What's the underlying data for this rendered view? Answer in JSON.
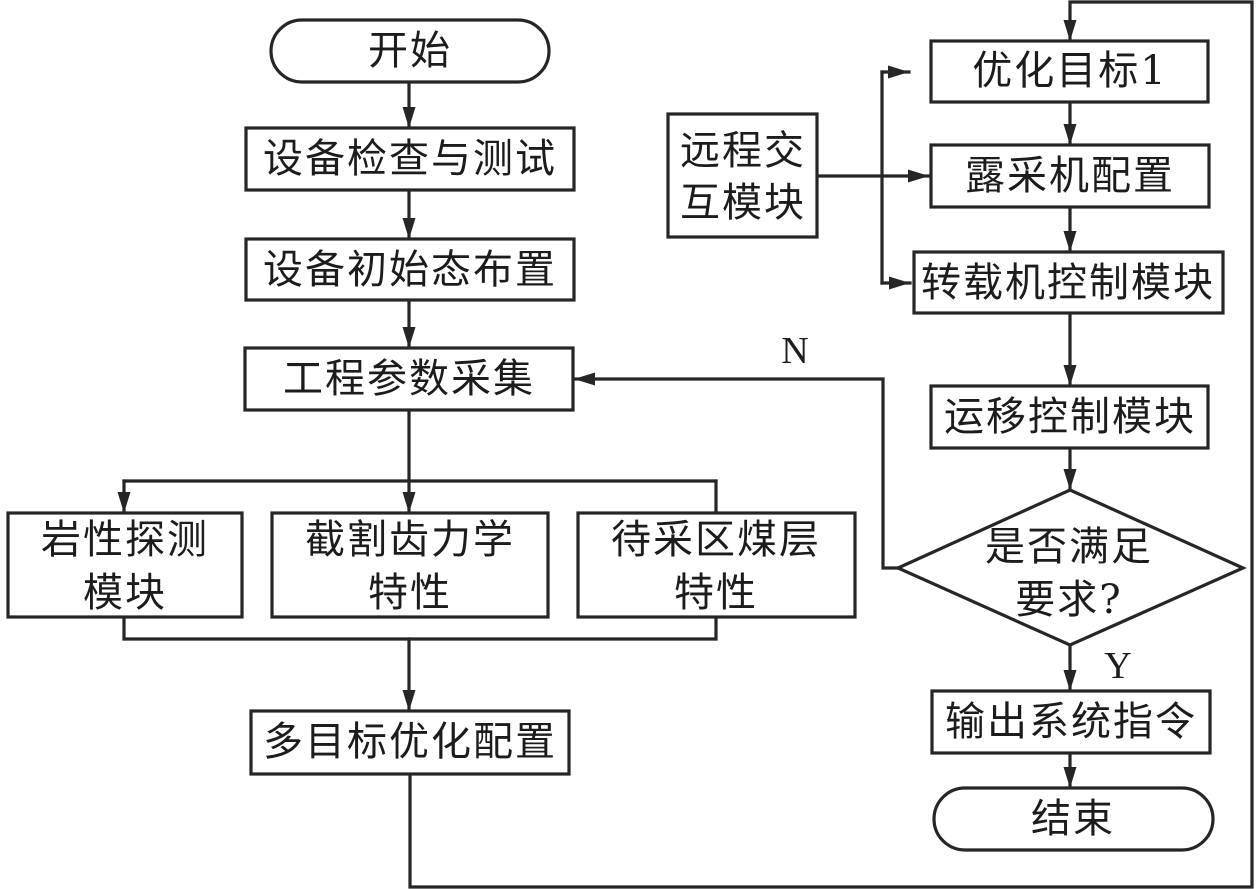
{
  "diagram": {
    "nodes": {
      "start": {
        "label": "开始"
      },
      "equipment_check": {
        "label": "设备检查与测试"
      },
      "initial_layout": {
        "label": "设备初始态布置"
      },
      "param_collection": {
        "label": "工程参数采集"
      },
      "rock_detection": {
        "lines": [
          "岩性探测",
          "模块"
        ]
      },
      "cutter_mechanics": {
        "lines": [
          "截割齿力学",
          "特性"
        ]
      },
      "coal_seam": {
        "lines": [
          "待采区煤层",
          "特性"
        ]
      },
      "multi_objective": {
        "label": "多目标优化配置"
      },
      "remote_interaction": {
        "lines": [
          "远程交",
          "互模块"
        ]
      },
      "optimization_target": {
        "label": "优化目标1"
      },
      "miner_config": {
        "label": "露采机配置"
      },
      "transfer_control": {
        "label": "转载机控制模块"
      },
      "transport_control": {
        "label": "运移控制模块"
      },
      "decision": {
        "lines": [
          "是否满足",
          "要求?"
        ]
      },
      "output_command": {
        "label": "输出系统指令"
      },
      "end": {
        "label": "结束"
      }
    },
    "edge_labels": {
      "no": "N",
      "yes": "Y"
    }
  }
}
